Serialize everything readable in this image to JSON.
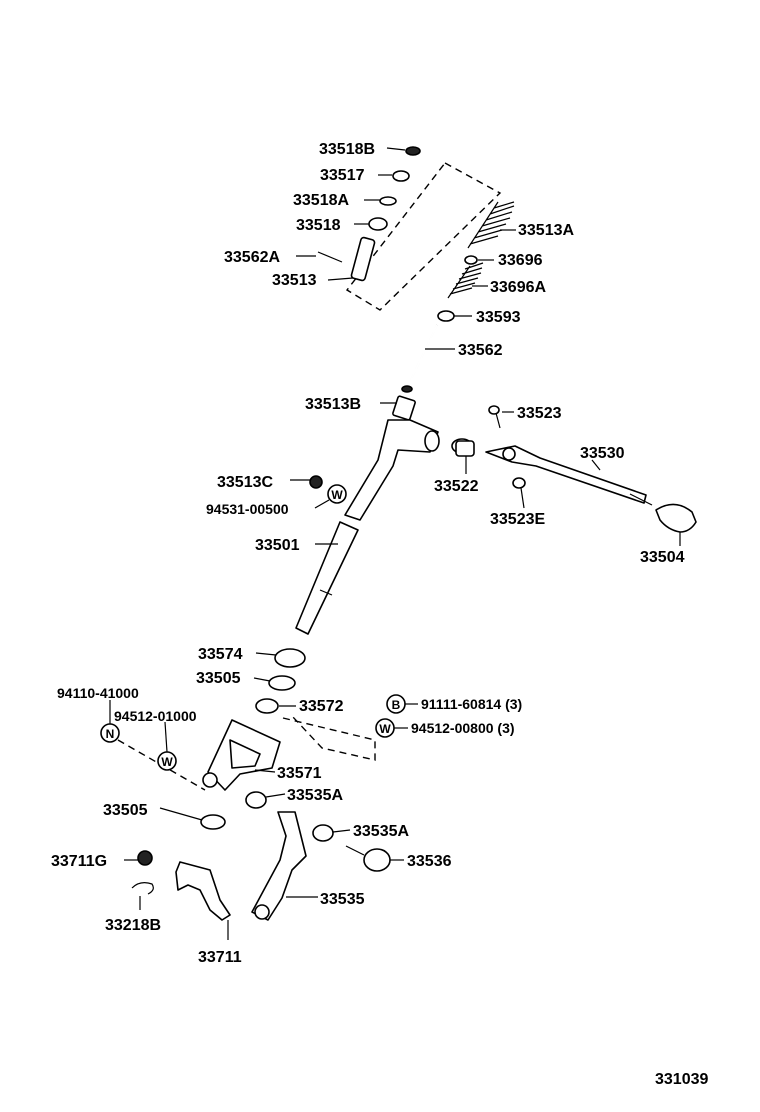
{
  "diagram_id": "331039",
  "parts": [
    {
      "id": "p-33518B",
      "label": "33518B"
    },
    {
      "id": "p-33517",
      "label": "33517"
    },
    {
      "id": "p-33518A",
      "label": "33518A"
    },
    {
      "id": "p-33518",
      "label": "33518"
    },
    {
      "id": "p-33562A",
      "label": "33562A"
    },
    {
      "id": "p-33513",
      "label": "33513"
    },
    {
      "id": "p-33513A",
      "label": "33513A"
    },
    {
      "id": "p-33696",
      "label": "33696"
    },
    {
      "id": "p-33696A",
      "label": "33696A"
    },
    {
      "id": "p-33593",
      "label": "33593"
    },
    {
      "id": "p-33562",
      "label": "33562"
    },
    {
      "id": "p-33513B",
      "label": "33513B"
    },
    {
      "id": "p-33523",
      "label": "33523"
    },
    {
      "id": "p-33530",
      "label": "33530"
    },
    {
      "id": "p-33513C",
      "label": "33513C"
    },
    {
      "id": "p-94531",
      "label": "94531-00500"
    },
    {
      "id": "p-33522",
      "label": "33522"
    },
    {
      "id": "p-33523E",
      "label": "33523E"
    },
    {
      "id": "p-33504",
      "label": "33504"
    },
    {
      "id": "p-33501",
      "label": "33501"
    },
    {
      "id": "p-33574",
      "label": "33574"
    },
    {
      "id": "p-33505a",
      "label": "33505"
    },
    {
      "id": "p-33572",
      "label": "33572"
    },
    {
      "id": "p-94110",
      "label": "94110-41000"
    },
    {
      "id": "p-94512-01000",
      "label": "94512-01000"
    },
    {
      "id": "p-91111",
      "label": "91111-60814 (3)"
    },
    {
      "id": "p-94512-00800",
      "label": "94512-00800 (3)"
    },
    {
      "id": "p-33571",
      "label": "33571"
    },
    {
      "id": "p-33535A-1",
      "label": "33535A"
    },
    {
      "id": "p-33505b",
      "label": "33505"
    },
    {
      "id": "p-33535A-2",
      "label": "33535A"
    },
    {
      "id": "p-33711G",
      "label": "33711G"
    },
    {
      "id": "p-33536",
      "label": "33536"
    },
    {
      "id": "p-33535",
      "label": "33535"
    },
    {
      "id": "p-33218B",
      "label": "33218B"
    },
    {
      "id": "p-33711",
      "label": "33711"
    }
  ],
  "symbols": {
    "washer": "W",
    "nut": "N",
    "bolt": "B"
  }
}
